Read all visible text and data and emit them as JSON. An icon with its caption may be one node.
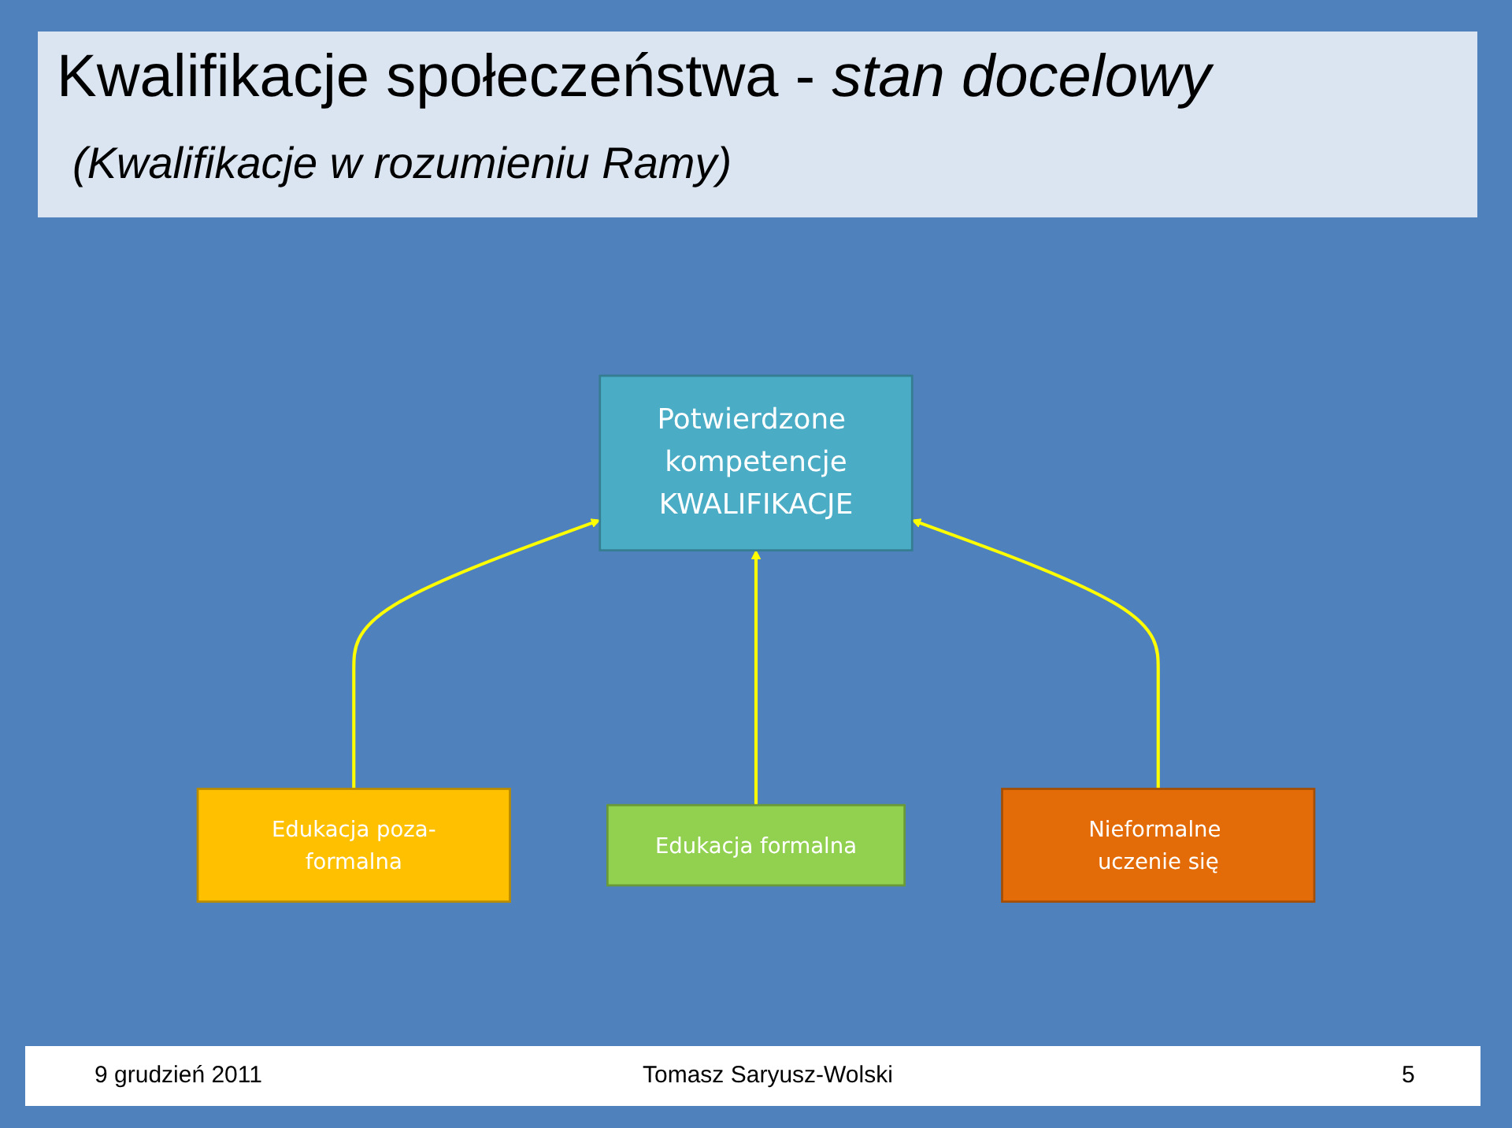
{
  "diagram": {
    "title": "Kwalifikacje społeczeństwa - *stan docelowy*",
    "nodes": [
      {
        "text": [
          "Potwierdzone kompetencje",
          "KWALIFIKACJE"
        ]
      },
      {
        "text": [
          "Edukacja poza-formalna"
        ]
      },
      {
        "text": [
          "Edukacja formalna"
        ]
      },
      {
        "text": [
          "Nieformalne uczenie się"
        ]
      }
    ],
    "edges": [
      {
        "from": 1,
        "to": 0,
        "arrow": "to"
      },
      {
        "from": 2,
        "to": 0,
        "arrow": "to"
      },
      {
        "from": 3,
        "to": 0,
        "arrow": "to"
      }
    ],
    "labels": [
      "(Kwalifikacje w rozumieniu Ramy)",
      "9 grudzień 2011",
      "Tomasz Saryusz-Wolski",
      "5"
    ]
  }
}
